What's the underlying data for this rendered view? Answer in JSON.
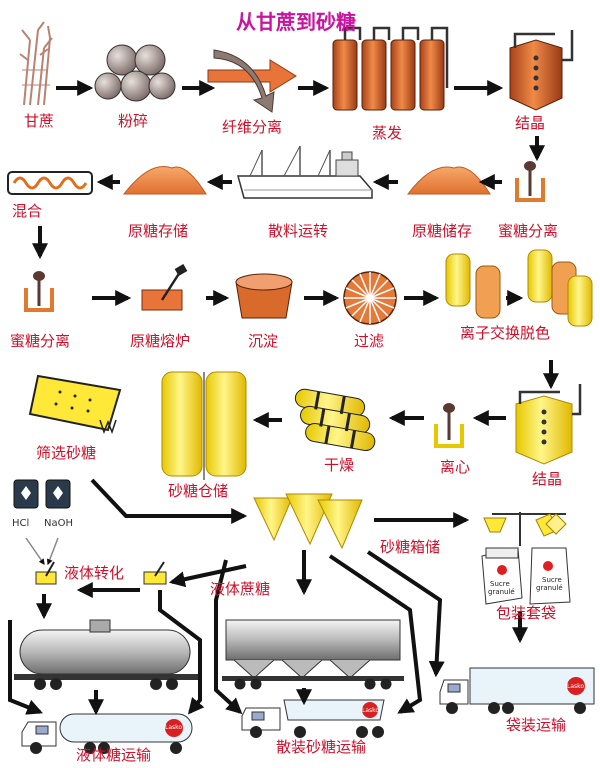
{
  "title": "从甘蔗到砂糖",
  "steps": {
    "cane": "甘蔗",
    "crush": "粉碎",
    "fiber_separation": "纤维分离",
    "evaporation": "蒸发",
    "crystallization_1": "结晶",
    "raw_sugar_storage_1": "原糖储存",
    "bulk_transfer": "散料运转",
    "raw_sugar_storage_2": "原糖存储",
    "mixing": "混合",
    "molasses_separation_1": "蜜糖分离",
    "molasses_separation_2": "蜜糖分离",
    "raw_sugar_melter": "原糖熔炉",
    "sedimentation": "沉淀",
    "filtration": "过滤",
    "ion_exchange": "离子交换脱色",
    "crystallization_2": "结晶",
    "centrifuge": "离心",
    "drying": "干燥",
    "sugar_silo": "砂糖仓储",
    "sugar_screening": "筛选砂糖",
    "sugar_bin_storage": "砂糖箱储",
    "liquid_conversion": "液体转化",
    "liquid_sugar": "液体蔗糖",
    "packaging": "包装套袋",
    "liquid_transport": "液体糖运输",
    "bulk_transport": "散装砂糖运输",
    "bagged_transport": "袋装运输"
  },
  "chemicals": {
    "acid": "HCl",
    "base": "NaOH"
  },
  "packaging_text": {
    "brand": "Lasko",
    "bag_line1": "Sucre",
    "bag_line2": "granulé"
  },
  "colors": {
    "label": "#d0102a",
    "title": "#c8149e",
    "copper": "#d86a2c",
    "yellow": "#ffec3a",
    "arrow": "#111111"
  },
  "icons": [
    "cane-icon",
    "crusher-icon",
    "fiber-separator-icon",
    "evaporator-icon",
    "crystallizer-icon",
    "raw-sugar-pile-icon",
    "ship-icon",
    "mixer-screw-icon",
    "centrifuge-icon",
    "melter-icon",
    "settling-tank-icon",
    "filter-icon",
    "ion-exchange-icon",
    "dryer-icon",
    "silo-icon",
    "screen-icon",
    "hopper-icon",
    "bag-icon",
    "tank-car-icon",
    "hopper-car-icon",
    "truck-icon"
  ]
}
